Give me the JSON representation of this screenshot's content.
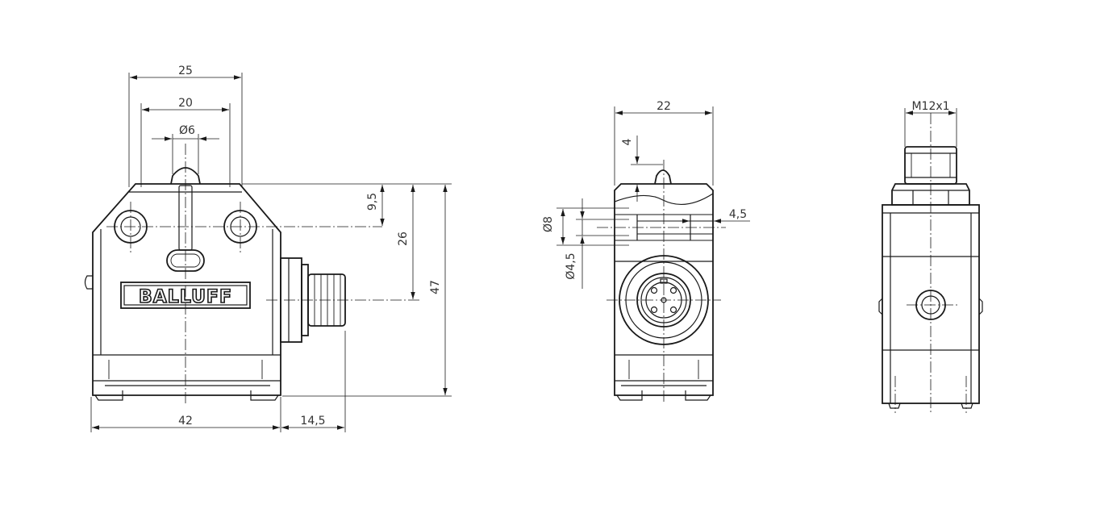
{
  "brand": {
    "logo_text": "BALLUFF"
  },
  "front_view": {
    "dims": {
      "overall_width_top": "25",
      "inner_width": "20",
      "plunger_diameter": "Ø6",
      "top_to_holes": "9,5",
      "top_to_connector": "26",
      "total_height": "47",
      "body_width": "42",
      "connector_length": "14,5"
    }
  },
  "side_view": {
    "dims": {
      "width": "22",
      "plunger_height": "4",
      "counterbore_diameter": "Ø8",
      "hole_diameter": "Ø4,5",
      "hole_offset": "4,5"
    }
  },
  "end_view": {
    "dims": {
      "thread": "M12x1"
    }
  }
}
